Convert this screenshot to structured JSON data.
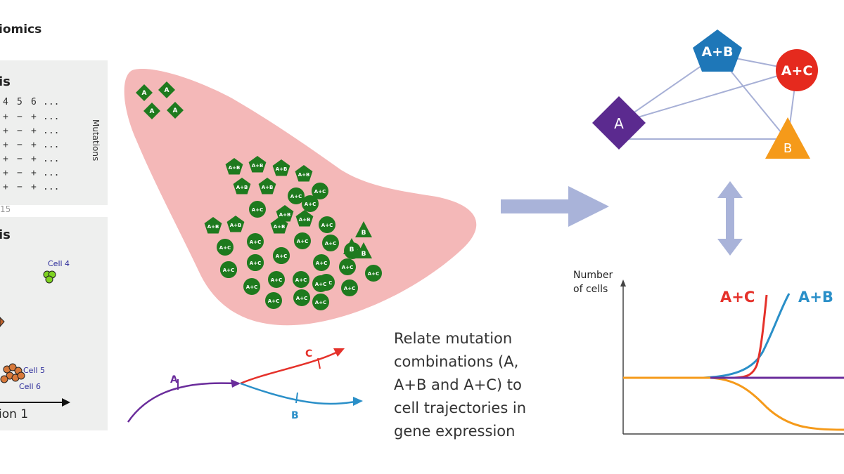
{
  "left_panel": {
    "title_fragment": "iomics",
    "top_heading_fragment": "is",
    "column_numbers": [
      "4",
      "5",
      "6",
      "..."
    ],
    "table_rows": [
      [
        "+",
        "−",
        "+",
        "..."
      ],
      [
        "+",
        "−",
        "+",
        "..."
      ],
      [
        "+",
        "−",
        "+",
        "..."
      ],
      [
        "+",
        "−",
        "+",
        "..."
      ],
      [
        "+",
        "−",
        "+",
        "..."
      ],
      [
        "+",
        "−",
        "+",
        "..."
      ]
    ],
    "mutations_label": "Mutations",
    "separator_fragment": "15",
    "bottom_heading_fragment": "is",
    "cell4_label": "Cell 4",
    "cell5_label": "Cell 5",
    "cell6_label": "Cell 6",
    "axis_label_fragment": "ion 1",
    "colors": {
      "panel_bg": "#eeefee",
      "cell4": "#7ed321",
      "cells_brown": "#c0622b"
    }
  },
  "blob": {
    "fill": "#f4b8b8",
    "cells": [
      {
        "shape": "diamond",
        "label": "A"
      },
      {
        "shape": "diamond",
        "label": "A"
      },
      {
        "shape": "diamond",
        "label": "A"
      },
      {
        "shape": "diamond",
        "label": "A"
      },
      {
        "shape": "pentagon",
        "label": "A+B"
      },
      {
        "shape": "pentagon",
        "label": "A+B"
      },
      {
        "shape": "pentagon",
        "label": "A+B"
      },
      {
        "shape": "pentagon",
        "label": "A+B"
      },
      {
        "shape": "pentagon",
        "label": "A+B"
      },
      {
        "shape": "pentagon",
        "label": "A+B"
      },
      {
        "shape": "circle",
        "label": "A+C"
      },
      {
        "shape": "circle",
        "label": "A+C"
      },
      {
        "shape": "circle",
        "label": "A+C"
      },
      {
        "shape": "pentagon",
        "label": "A+B"
      },
      {
        "shape": "circle",
        "label": "A+C"
      },
      {
        "shape": "pentagon",
        "label": "A+B"
      },
      {
        "shape": "pentagon",
        "label": "A+B"
      },
      {
        "shape": "pentagon",
        "label": "A+B"
      },
      {
        "shape": "pentagon",
        "label": "A+B"
      },
      {
        "shape": "circle",
        "label": "A+C"
      },
      {
        "shape": "triangle",
        "label": "B"
      },
      {
        "shape": "circle",
        "label": "A+C"
      },
      {
        "shape": "circle",
        "label": "A+C"
      },
      {
        "shape": "circle",
        "label": "A+C"
      },
      {
        "shape": "circle",
        "label": "A+C"
      },
      {
        "shape": "circle",
        "label": "A+C"
      },
      {
        "shape": "triangle",
        "label": "B"
      },
      {
        "shape": "triangle",
        "label": "B"
      },
      {
        "shape": "circle",
        "label": "A+C"
      },
      {
        "shape": "circle",
        "label": "A+C"
      },
      {
        "shape": "circle",
        "label": "A+C"
      },
      {
        "shape": "circle",
        "label": "A+C"
      },
      {
        "shape": "circle",
        "label": "A+C"
      },
      {
        "shape": "circle",
        "label": "A+C"
      },
      {
        "shape": "circle",
        "label": "A+C"
      },
      {
        "shape": "circle",
        "label": "A+C"
      },
      {
        "shape": "circle",
        "label": "A+C"
      },
      {
        "shape": "circle",
        "label": "A+C"
      },
      {
        "shape": "circle",
        "label": "A+C"
      },
      {
        "shape": "circle",
        "label": "A+C"
      },
      {
        "shape": "circle",
        "label": "A+C"
      },
      {
        "shape": "circle",
        "label": "A+C"
      },
      {
        "shape": "circle",
        "label": "A+C"
      },
      {
        "shape": "circle",
        "label": "A+C"
      },
      {
        "shape": "circle",
        "label": "A+C"
      },
      {
        "shape": "circle",
        "label": "A+C"
      }
    ],
    "cell_color": "#1e7a1e"
  },
  "trajectory": {
    "label_a": "A",
    "label_b": "B",
    "label_c": "C",
    "colors": {
      "a": "#6a2c9b",
      "b": "#2a8fc8",
      "c": "#e5312a"
    }
  },
  "caption_lines": [
    "Relate mutation",
    "combinations (A,",
    "A+B and A+C) to",
    "cell trajectories in",
    "gene expression"
  ],
  "network": {
    "node_a": "A",
    "node_ab": "A+B",
    "node_ac": "A+C",
    "node_b": "B",
    "colors": {
      "a": "#5b2a8f",
      "ab": "#1e77b8",
      "ac": "#e52a1e",
      "b": "#f59a1a",
      "edge": "#a7b0d6",
      "arrow": "#a9b3d9"
    }
  },
  "growth_chart": {
    "ylabel_line1": "Number",
    "ylabel_line2": "of cells",
    "series_ac_label": "A+C",
    "series_ab_label": "A+B",
    "colors": {
      "ac": "#e5312a",
      "ab": "#2a8fc8",
      "a": "#6a2c9b",
      "b": "#f59a1a"
    }
  }
}
